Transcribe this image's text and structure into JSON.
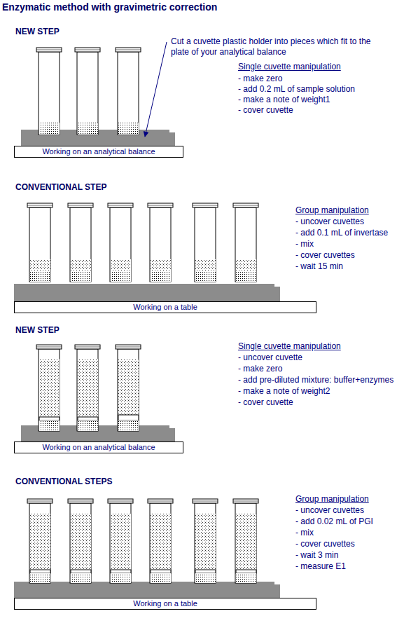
{
  "diagram": {
    "title": "Enzymatic method with gravimetric correction",
    "nodes": [
      {
        "text": [
          "Working on an analytical balance"
        ]
      },
      {
        "text": [
          "Working on a table"
        ]
      },
      {
        "text": [
          "Working on an analytical balance"
        ]
      },
      {
        "text": [
          "Working on a table"
        ]
      }
    ],
    "labels": [
      "NEW STEP",
      "Cut a cuvette plastic holder into pieces which fit to the plate of your analytical balance",
      "Single cuvette manipulation",
      "- make zero",
      "- add 0.2 mL of sample solution",
      "- make a note of weight1",
      "- cover cuvette",
      "CONVENTIONAL STEP",
      "Group manipulation",
      "- uncover cuvettes",
      "- add 0.1 mL of invertase",
      "- mix",
      "- cover cuvettes",
      "- wait 15 min",
      "NEW STEP",
      "Single cuvette manipulation",
      "- uncover cuvette",
      "- make zero",
      "- add pre-diluted mixture: buffer+enzymes",
      "- make a note of weight2",
      "- cover cuvette",
      "CONVENTIONAL STEPS",
      "Group manipulation",
      "- uncover cuvettes",
      "- add 0.02 mL of PGI",
      "- mix",
      "- cover cuvettes",
      "- wait 3 min",
      "- measure E1"
    ]
  }
}
